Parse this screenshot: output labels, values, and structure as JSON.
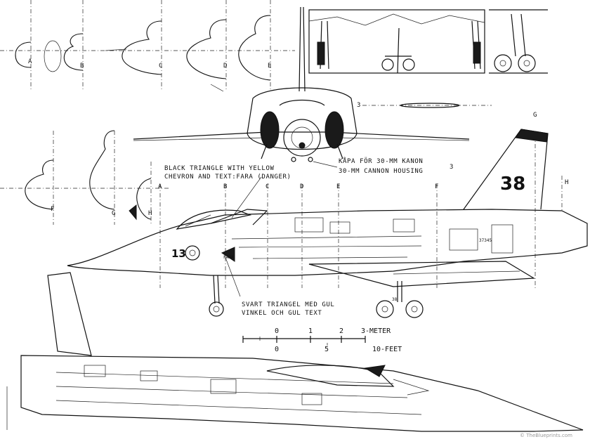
{
  "stations_top": [
    "A",
    "B",
    "C",
    "D",
    "E"
  ],
  "stations_mid": [
    "F",
    "G",
    "H"
  ],
  "stations_side": [
    "A",
    "B",
    "C",
    "D",
    "E",
    "F",
    "G",
    "H"
  ],
  "section_mark_3": "3",
  "annotations": {
    "black_triangle_line1": "BLACK TRIANGLE WITH YELLOW",
    "black_triangle_line2": "CHEVRON AND TEXT:FARA (DANGER)",
    "kapa_line": "KÅPA FÖR 30-MM KANON",
    "cannon_line": "30-MM CANNON HOUSING",
    "svart_line1": "SVART TRIANGEL MED GUL",
    "svart_line2": "VINKEL OCH GUL TEXT"
  },
  "markings": {
    "tail_number": "38",
    "nose_number": "13",
    "serial": "37345",
    "fara": "FARA",
    "gear_number": "38"
  },
  "scale_bar": {
    "meter_ticks": [
      "0",
      "1",
      "2",
      "3-METER"
    ],
    "feet_ticks": [
      "0",
      "5",
      "10-FEET"
    ]
  },
  "watermark": "© TheBlueprints.com"
}
